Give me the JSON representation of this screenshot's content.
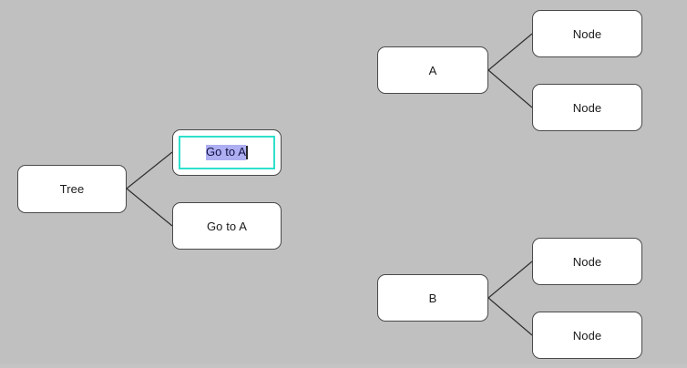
{
  "app": {
    "canvas_background": "#c0c0c0",
    "node_fill": "#ffffff",
    "node_border": "#4a4a4a",
    "edge_color": "#2f2f2f",
    "edit_frame_color": "#2ee0cc",
    "selection_highlight": "#aeaef2",
    "caret_color": "#2a2a2a"
  },
  "trees": {
    "left": {
      "root": {
        "label": "Tree"
      },
      "children": [
        {
          "label": "Go to A",
          "state": "editing",
          "selected_text": "Go to A"
        },
        {
          "label": "Go to A",
          "state": "normal"
        }
      ]
    },
    "upper_right": {
      "root": {
        "label": "A"
      },
      "children": [
        {
          "label": "Node"
        },
        {
          "label": "Node"
        }
      ]
    },
    "lower_right": {
      "root": {
        "label": "B"
      },
      "children": [
        {
          "label": "Node"
        },
        {
          "label": "Node"
        }
      ]
    }
  }
}
